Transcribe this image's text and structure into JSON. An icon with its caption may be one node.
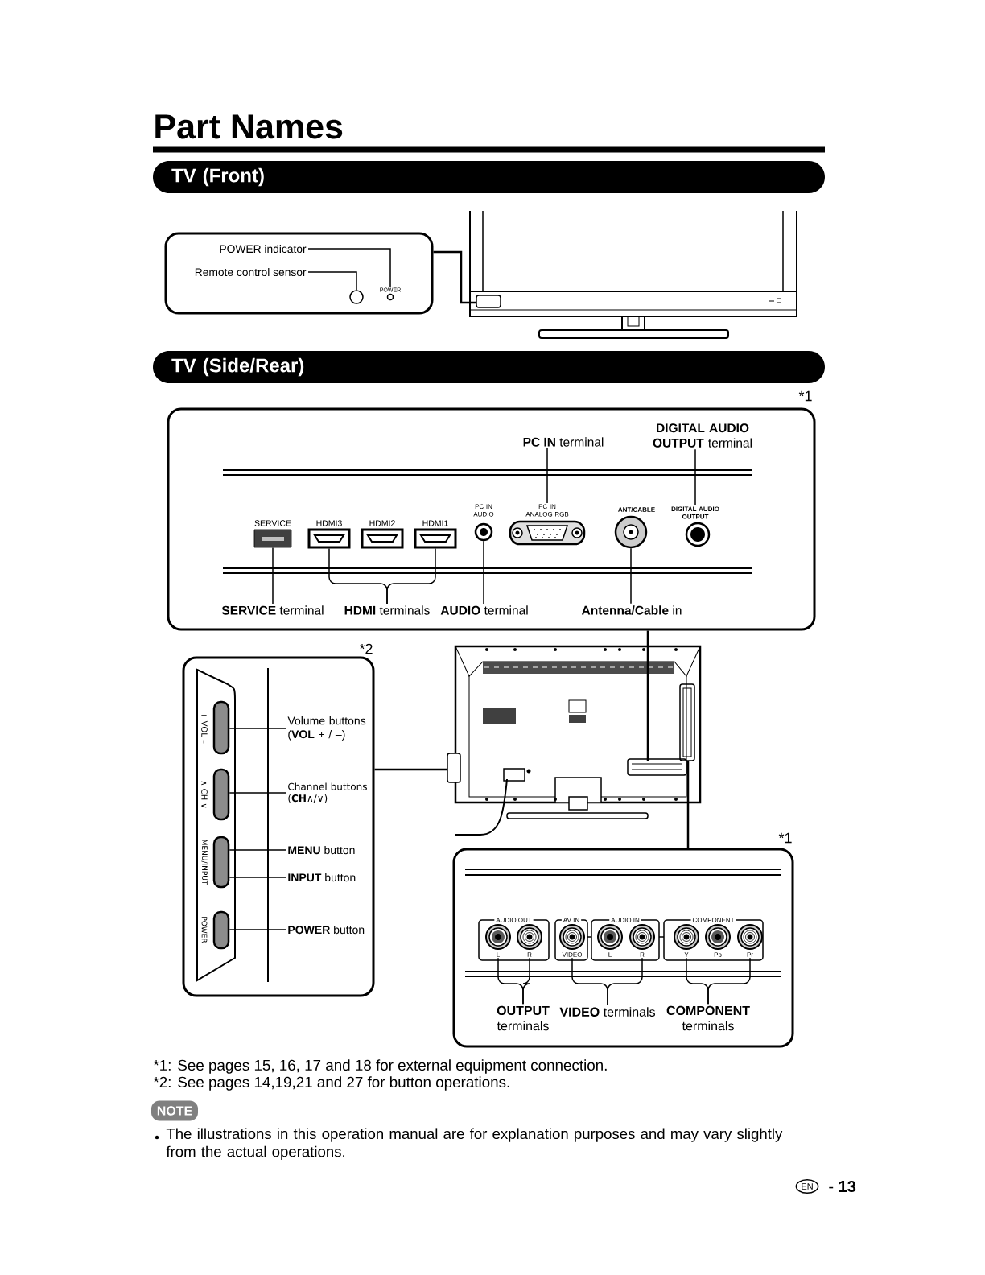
{
  "diagram": {
    "title": "Part Names",
    "nodes": [
      {
        "text": [
          "TV (Front)"
        ]
      },
      {
        "text": [],
        "shape": "box"
      },
      {
        "text": [],
        "shape": "picture"
      },
      {
        "text": [
          "POWER indicator"
        ],
        "in": 1
      },
      {
        "text": [
          "Remote control sensor"
        ],
        "in": 1
      },
      {
        "text": [],
        "shape": "circle",
        "in": 1,
        "beside": [
          "POWER"
        ]
      },
      {
        "text": [],
        "shape": "circle",
        "in": 1
      },
      {
        "text": [
          "TV (Side/Rear)"
        ]
      },
      {
        "text": [],
        "shape": "box",
        "beside": [
          "*1"
        ]
      },
      {
        "text": [
          "SERVICE"
        ],
        "in": 8
      },
      {
        "text": [
          "HDMI3"
        ],
        "in": 8
      },
      {
        "text": [
          "HDMI2"
        ],
        "in": 8
      },
      {
        "text": [
          "HDMI1"
        ],
        "in": 8
      },
      {
        "text": [
          "PC IN AUDIO"
        ],
        "in": 8
      },
      {
        "text": [
          "PC IN ANALOG RGB"
        ],
        "in": 8
      },
      {
        "text": [
          "ANT/CABLE"
        ],
        "in": 8
      },
      {
        "text": [
          "DIGITAL AUDIO OUTPUT"
        ],
        "in": 8
      },
      {
        "text": [
          "**PC IN** terminal"
        ],
        "in": 8
      },
      {
        "text": [
          "**DIGITAL AUDIO OUTPUT** terminal"
        ],
        "in": 8
      },
      {
        "text": [
          "**SERVICE** terminal"
        ],
        "in": 8
      },
      {
        "text": [
          "**HDMI** terminals"
        ],
        "in": 8
      },
      {
        "text": [
          "**AUDIO** terminal"
        ],
        "in": 8
      },
      {
        "text": [
          "**Antenna/Cable** in"
        ],
        "in": 8
      },
      {
        "text": [],
        "shape": "box",
        "beside": [
          "*2"
        ]
      },
      {
        "text": [],
        "shape": "box",
        "in": 23,
        "beside": [
          "+ VOL –"
        ]
      },
      {
        "text": [],
        "shape": "box",
        "in": 23,
        "beside": [
          "∧ CH ∨"
        ]
      },
      {
        "text": [],
        "shape": "box",
        "in": 23,
        "beside": [
          "MENU/INPUT"
        ]
      },
      {
        "text": [],
        "shape": "box",
        "in": 23,
        "beside": [
          "POWER"
        ]
      },
      {
        "text": [
          "Volume buttons (**VOL** + / –)"
        ],
        "in": 23
      },
      {
        "text": [
          "Channel buttons (**CH**∧/∨)"
        ],
        "in": 23
      },
      {
        "text": [
          "**MENU** button"
        ],
        "in": 23
      },
      {
        "text": [
          "**INPUT** button"
        ],
        "in": 23
      },
      {
        "text": [
          "**POWER** button"
        ],
        "in": 23
      },
      {
        "text": [],
        "shape": "picture"
      },
      {
        "text": [],
        "shape": "box",
        "beside": [
          "*1"
        ]
      },
      {
        "text": [
          "AUDIO OUT"
        ],
        "in": 34
      },
      {
        "text": [
          "L"
        ],
        "in": 35
      },
      {
        "text": [
          "R"
        ],
        "in": 35
      },
      {
        "text": [
          "AV IN"
        ],
        "in": 34
      },
      {
        "text": [
          "VIDEO"
        ],
        "in": 38
      },
      {
        "text": [
          "AUDIO IN"
        ],
        "in": 34
      },
      {
        "text": [
          "L"
        ],
        "in": 40
      },
      {
        "text": [
          "R"
        ],
        "in": 40
      },
      {
        "text": [
          "COMPONENT"
        ],
        "in": 34
      },
      {
        "text": [
          "Y"
        ],
        "in": 43
      },
      {
        "text": [
          "Pb"
        ],
        "in": 43
      },
      {
        "text": [
          "Pr"
        ],
        "in": 43
      },
      {
        "text": [
          "**OUTPUT** terminals"
        ],
        "in": 34
      },
      {
        "text": [
          "**VIDEO** terminals"
        ],
        "in": 34
      },
      {
        "text": [
          "**COMPONENT** terminals"
        ],
        "in": 34
      }
    ],
    "edges": [
      {
        "from": 1,
        "to": 2,
        "arrow": "none"
      },
      {
        "from": 3,
        "to": 5,
        "arrow": "none"
      },
      {
        "from": 4,
        "to": 6,
        "arrow": "none"
      },
      {
        "from": 17,
        "to": 14,
        "arrow": "none"
      },
      {
        "from": 18,
        "to": 16,
        "arrow": "none"
      },
      {
        "from": 19,
        "to": 9,
        "arrow": "none"
      },
      {
        "from": 20,
        "to": 10,
        "arrow": "none"
      },
      {
        "from": 20,
        "to": 12,
        "arrow": "none"
      },
      {
        "from": 21,
        "to": 13,
        "arrow": "none"
      },
      {
        "from": 22,
        "to": 15,
        "arrow": "none"
      },
      {
        "from": 8,
        "to": 33,
        "arrow": "none"
      },
      {
        "from": 23,
        "to": 33,
        "arrow": "none"
      },
      {
        "from": 28,
        "to": 24,
        "arrow": "none"
      },
      {
        "from": 29,
        "to": 25,
        "arrow": "none"
      },
      {
        "from": 30,
        "to": 26,
        "arrow": "none"
      },
      {
        "from": 31,
        "to": 26,
        "arrow": "none"
      },
      {
        "from": 32,
        "to": 27,
        "arrow": "none"
      },
      {
        "from": 33,
        "to": 34,
        "arrow": "none"
      },
      {
        "from": 47,
        "to": 36,
        "arrow": "none"
      },
      {
        "from": 47,
        "to": 37,
        "arrow": "none"
      },
      {
        "from": 48,
        "to": 39,
        "arrow": "none"
      },
      {
        "from": 48,
        "to": 42,
        "arrow": "none"
      },
      {
        "from": 49,
        "to": 44,
        "arrow": "none"
      },
      {
        "from": 49,
        "to": 46,
        "arrow": "none"
      }
    ],
    "labels": [
      "*1: See pages 15, 16, 17 and 18 for external equipment connection.",
      "*2: See pages 14,19,21 and 27 for button operations.",
      "NOTE",
      "The illustrations in this operation manual are for explanation purposes and may vary slightly from the actual operations.",
      "EN",
      "- **13**"
    ]
  }
}
